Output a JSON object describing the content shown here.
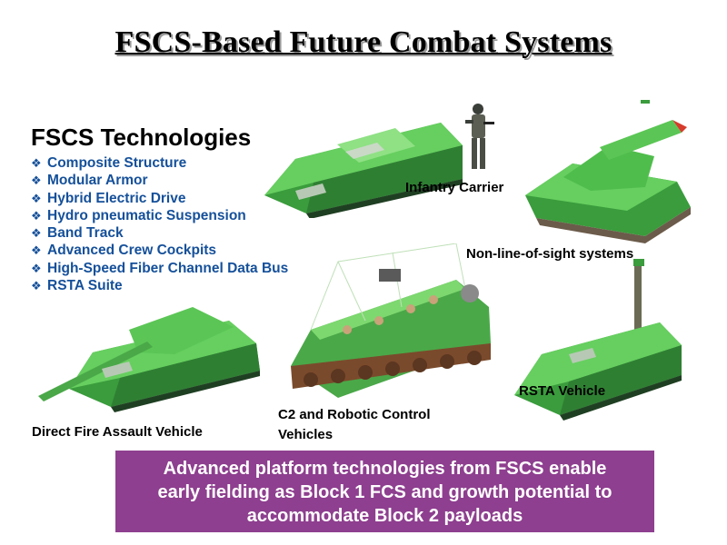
{
  "slide": {
    "title": "FSCS-Based Future Combat Systems",
    "technologies_heading": "FSCS Technologies",
    "technologies": [
      "Composite Structure",
      "Modular Armor",
      "Hybrid Electric Drive",
      "Hydro pneumatic Suspension",
      "Band Track",
      "Advanced Crew Cockpits",
      "High-Speed Fiber Channel Data Bus",
      "RSTA Suite"
    ],
    "bullet_glyph": "❖",
    "labels": {
      "infantry_carrier": "Infantry Carrier",
      "nlos": "Non-line-of-sight systems",
      "rsta": "RSTA Vehicle",
      "direct_fire": "Direct Fire Assault Vehicle",
      "c2_line1": "C2 and Robotic Control",
      "c2_line2": "Vehicles"
    },
    "banner_lines": [
      "Advanced platform technologies from FSCS enable",
      "early fielding as Block 1 FCS and growth potential to",
      "accommodate Block 2 payloads"
    ],
    "colors": {
      "banner": "#8e3f8f",
      "list_text": "#15509a",
      "vehicle_green": "#5ec85a",
      "vehicle_dark": "#2f7f33",
      "track": "#7a4a2c"
    }
  }
}
